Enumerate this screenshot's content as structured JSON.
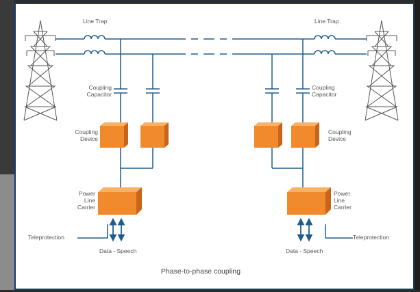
{
  "diagram": {
    "caption": "Phase-to-phase coupling",
    "left": {
      "line_trap": "Line Trap",
      "coupling_capacitor": [
        "Coupling",
        "Capacitor"
      ],
      "coupling_device": [
        "Coupling",
        "Device"
      ],
      "power_line_carrier": [
        "Power",
        "Line",
        "Carrier"
      ],
      "teleprotection": "Teleprotection",
      "data_speech": "Data - Speech"
    },
    "right": {
      "line_trap": "Line Trap",
      "coupling_capacitor": [
        "Coupling",
        "Capacitor"
      ],
      "coupling_device": [
        "Coupling",
        "Device"
      ],
      "power_line_carrier": [
        "Power",
        "Line",
        "Carrier"
      ],
      "teleprotection": "Teleprotection",
      "data_speech": "Data - Speech"
    },
    "colors": {
      "line": "#1f5d8c",
      "box_front": "#f08a2c",
      "box_top": "#f8b266",
      "box_side": "#c8651a",
      "tower": "#555555",
      "label": "#555555",
      "arrow": "#1f5d8c"
    }
  }
}
